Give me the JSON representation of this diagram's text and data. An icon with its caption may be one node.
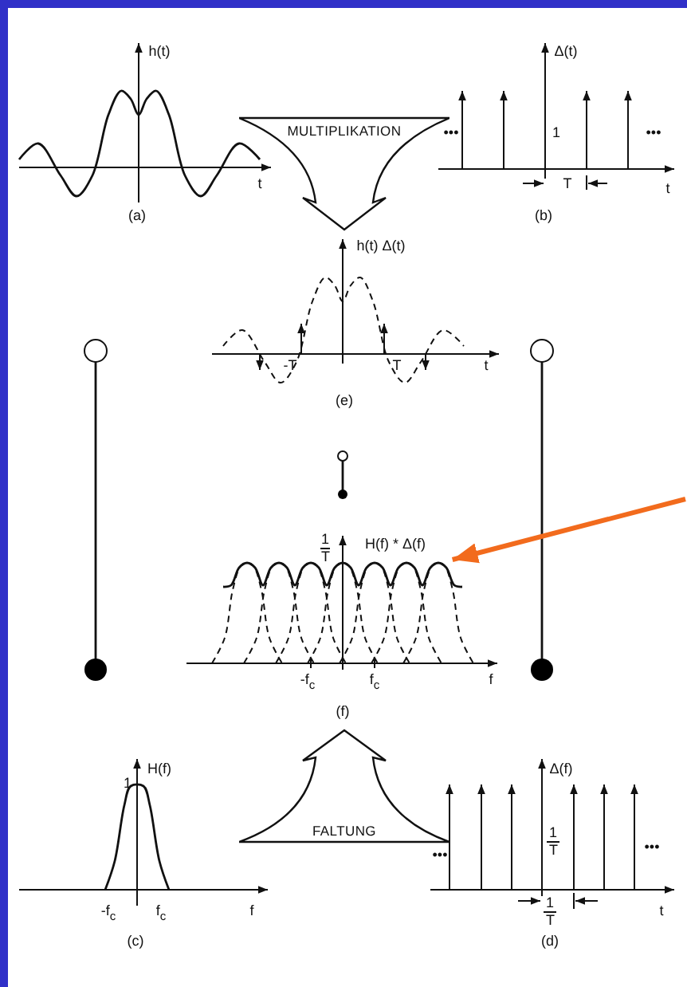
{
  "diagram": {
    "nodes": [
      {
        "text": [
          "MULTIPLIKATION"
        ]
      },
      {
        "text": [],
        "shape": "curve"
      },
      {
        "text": [
          "FALTUNG"
        ]
      }
    ],
    "edges": [
      {
        "from": null,
        "to": 1,
        "arrow": "to"
      }
    ],
    "labels": [
      "h(t)",
      "t",
      "(a)",
      "Δ(t)",
      "•••",
      "1",
      "•••",
      "T",
      "t",
      "(b)",
      "h(t) Δ(t)",
      "-T",
      "T",
      "t",
      "(e)",
      "H(f) * Δ(f)",
      "1 T",
      "-f$_{c}$",
      "f$_{c}$",
      "f",
      "(f)",
      "H(f)",
      "1",
      "-f$_{c}$",
      "f$_{c}$",
      "f",
      "(c)",
      "Δ(f)",
      "•••",
      "1 T",
      "•••",
      "1 T",
      "t",
      "(d)"
    ]
  }
}
